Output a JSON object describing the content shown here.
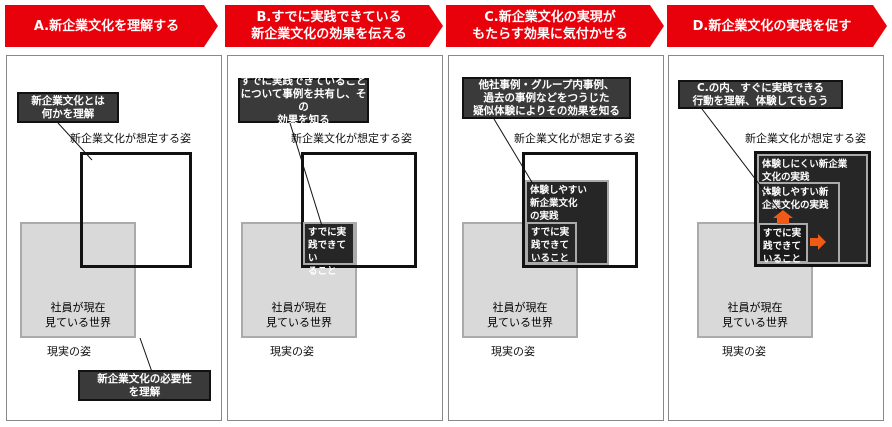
{
  "steps": [
    {
      "label": [
        "A.新企業文化を理解する"
      ]
    },
    {
      "label": [
        "B.すでに実践できている",
        "新企業文化の効果を伝える"
      ]
    },
    {
      "label": [
        "C.新企業文化の実現が",
        "もたらす効果に気付かせる"
      ]
    },
    {
      "label": [
        "D.新企業文化の実践を促す"
      ]
    }
  ],
  "common": {
    "ideal": "新企業文化が想定する姿",
    "real_inner": [
      "社員が現在",
      "見ている世界"
    ],
    "real": "現実の姿",
    "practiced": [
      "すでに実",
      "践できてい",
      "ること"
    ],
    "practiced_b": [
      "すでに実",
      "践できて",
      "いること"
    ]
  },
  "panelA": {
    "callout1": [
      "新企業文化とは",
      "何かを理解"
    ],
    "callout2": [
      "新企業文化の必要性",
      "を理解"
    ]
  },
  "panelB": {
    "callout": [
      "すでに実践できていること",
      "について事例を共有し、その",
      "効果を知る"
    ]
  },
  "panelC": {
    "callout": [
      "他社事例・グループ内事例、",
      "過去の事例などをつうじた",
      "疑似体験によりその効果を知る"
    ],
    "easy": [
      "体験しやすい",
      "新企業文化",
      "の実践"
    ]
  },
  "panelD": {
    "callout": [
      "C.の内、すぐに実践できる",
      "行動を理解、体験してもらう"
    ],
    "hard": [
      "体験しにくい新企業",
      "文化の実践"
    ],
    "easy": [
      "体験しやすい新",
      "企業文化の実践"
    ]
  },
  "colors": {
    "accent": "#e8000b",
    "arrow": "#f05a14"
  }
}
